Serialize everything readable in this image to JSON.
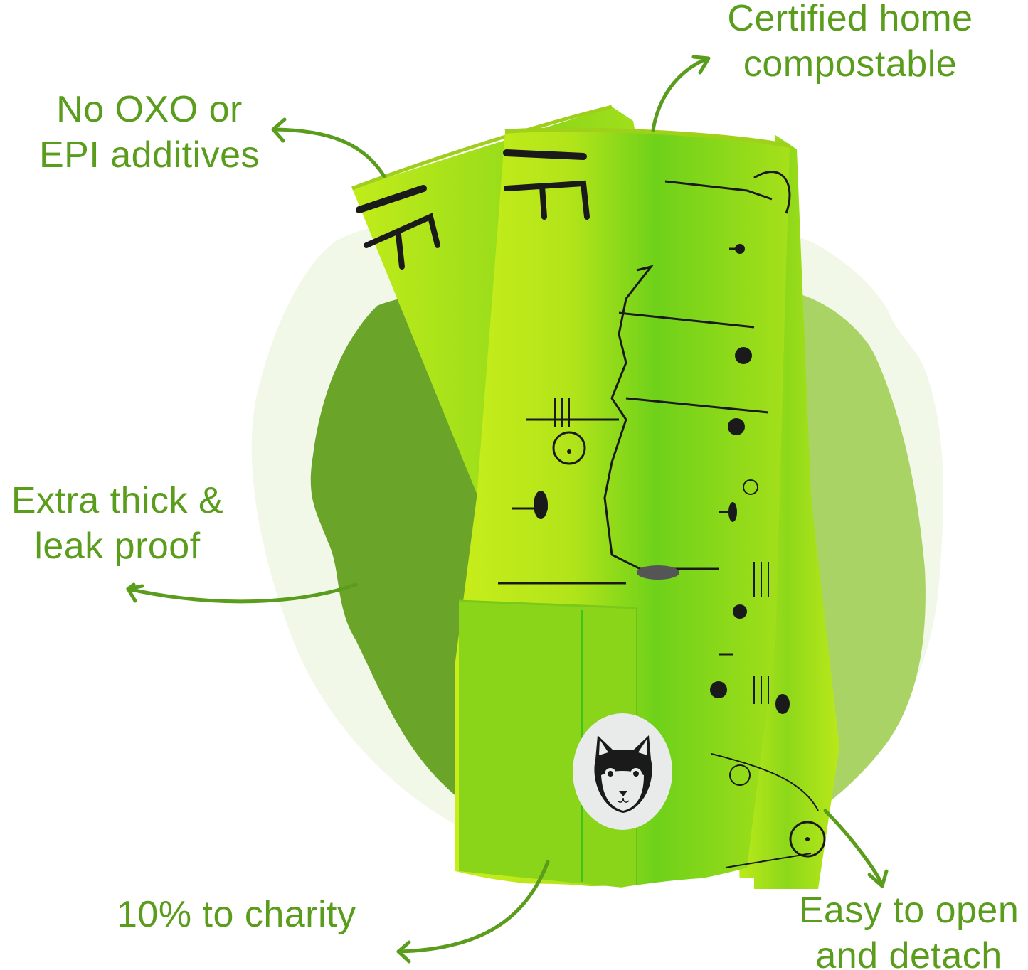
{
  "colors": {
    "text_green": "#5a9c1c",
    "arrow_green": "#5a9c1c",
    "blob_pale": "#f1f8e8",
    "blob_dark": "#6aa52a",
    "blob_light": "#a9d465",
    "roll_lime": "#b5e51a",
    "roll_bright": "#d8f21a",
    "roll_green": "#5cc41a",
    "sticker_bg": "#e8ebea",
    "ink": "#1a1a1a"
  },
  "callouts": {
    "compostable": {
      "lines": [
        "Certified home",
        "compostable"
      ],
      "arrow": "arrow-up-right"
    },
    "additives": {
      "lines": [
        "No OXO or",
        "EPI additives"
      ],
      "arrow": "arrow-left"
    },
    "thick": {
      "lines": [
        "Extra thick &",
        "leak proof"
      ],
      "arrow": "arrow-left"
    },
    "charity": {
      "lines": [
        "10% to charity"
      ],
      "arrow": "arrow-down-left"
    },
    "detach": {
      "lines": [
        "Easy to open",
        "and detach"
      ],
      "arrow": "arrow-down"
    }
  },
  "product": {
    "name": "compostable-poop-bag-rolls",
    "sticker_icon": "cat-face-logo"
  }
}
